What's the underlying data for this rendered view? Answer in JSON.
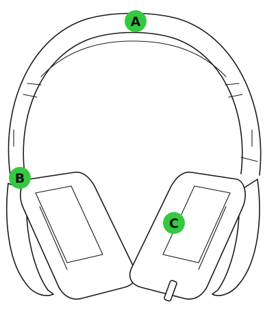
{
  "labels": {
    "a": "A",
    "b": "B",
    "c": "C"
  },
  "colors": {
    "badge": "#34c940",
    "line": "#1a1a1a",
    "background": "#ffffff"
  }
}
